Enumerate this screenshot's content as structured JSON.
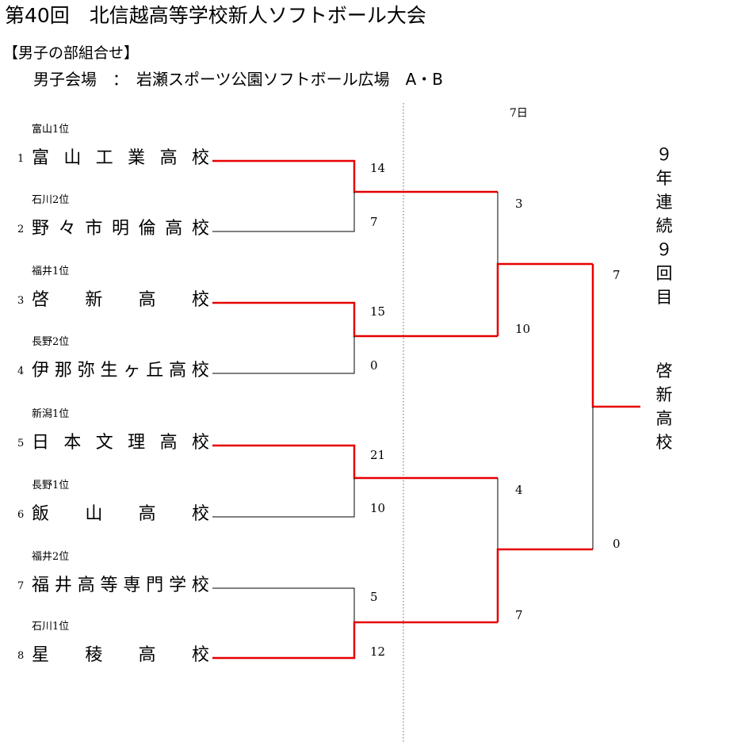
{
  "header": {
    "title": "第40回　北信越高等学校新人ソフトボール大会",
    "subtitle": "【男子の部組合せ】",
    "venue": "男子会場　：　岩瀬スポーツ公園ソフトボール広場　A・B"
  },
  "date_label": "7日",
  "teams": [
    {
      "seed": "富山1位",
      "number": "1",
      "name": [
        "富",
        "山",
        "工",
        "業",
        "高",
        "校"
      ]
    },
    {
      "seed": "石川2位",
      "number": "2",
      "name": [
        "野",
        "々",
        "市",
        "明",
        "倫",
        "高",
        "校"
      ]
    },
    {
      "seed": "福井1位",
      "number": "3",
      "name": [
        "啓",
        "新",
        "高",
        "校"
      ]
    },
    {
      "seed": "長野2位",
      "number": "4",
      "name": [
        "伊",
        "那",
        "弥",
        "生",
        "ヶ",
        "丘",
        "高",
        "校"
      ]
    },
    {
      "seed": "新潟1位",
      "number": "5",
      "name": [
        "日",
        "本",
        "文",
        "理",
        "高",
        "校"
      ]
    },
    {
      "seed": "長野1位",
      "number": "6",
      "name": [
        "飯",
        "山",
        "高",
        "校"
      ]
    },
    {
      "seed": "福井2位",
      "number": "7",
      "name": [
        "福",
        "井",
        "高",
        "等",
        "専",
        "門",
        "学",
        "校"
      ]
    },
    {
      "seed": "石川1位",
      "number": "8",
      "name": [
        "星",
        "稜",
        "高",
        "校"
      ]
    }
  ],
  "scores": {
    "r1": [
      "14",
      "7",
      "15",
      "0",
      "21",
      "10",
      "5",
      "12"
    ],
    "r2": [
      "3",
      "10",
      "4",
      "7"
    ],
    "final": [
      "7",
      "0"
    ]
  },
  "champion_note": [
    "９",
    "年",
    "連",
    "続",
    "９",
    "回",
    "目"
  ],
  "champion_name": [
    "啓",
    "新",
    "高",
    "校"
  ],
  "colors": {
    "winner_line": "#e60000",
    "loser_line": "#000000",
    "divider": "#666666"
  }
}
